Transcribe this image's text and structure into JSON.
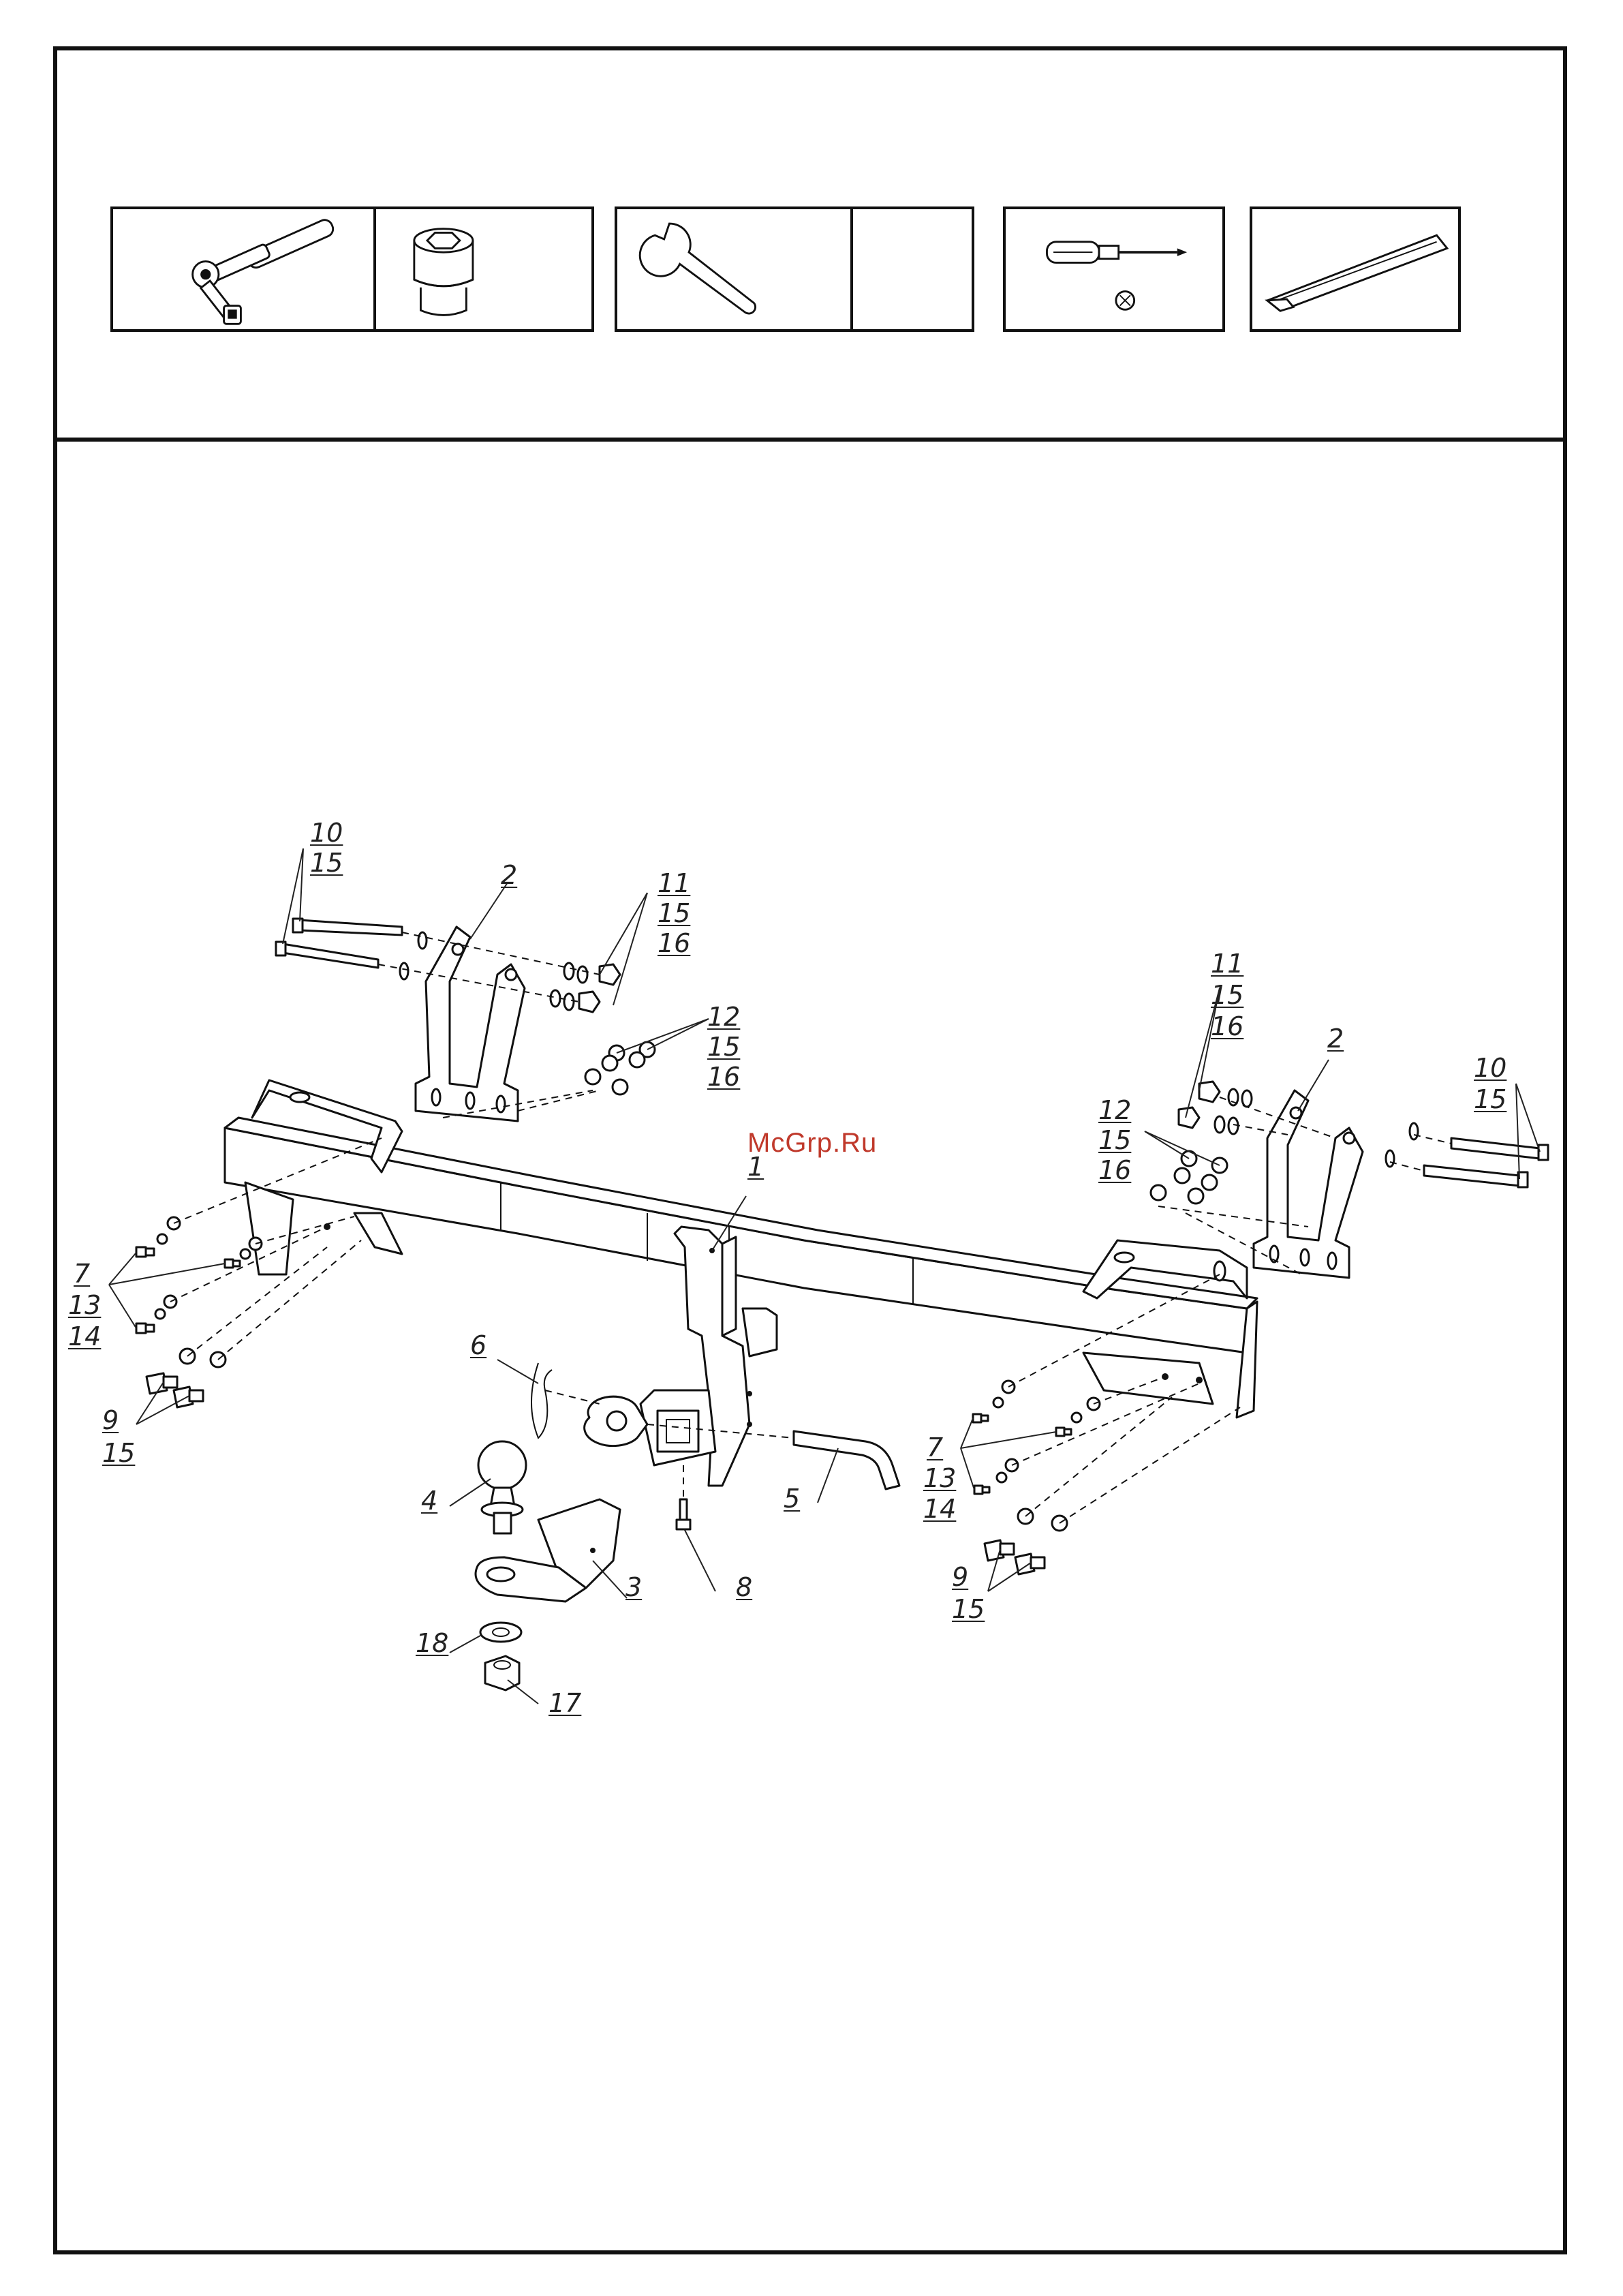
{
  "watermark": "McGrp.Ru",
  "tools": [
    {
      "name": "ratchet-with-extension"
    },
    {
      "name": "socket-head"
    },
    {
      "name": "open-end-wrench"
    },
    {
      "name": "screwdriver-phillips"
    },
    {
      "name": "pry-bar"
    }
  ],
  "callouts": {
    "c1": "1",
    "c2_left": "2",
    "c2_right": "2",
    "c3": "3",
    "c4": "4",
    "c5": "5",
    "c6": "6",
    "c8": "8",
    "c17": "17",
    "c18": "18",
    "left_top_bolts": [
      "10",
      "15"
    ],
    "left_top_nuts": [
      "11",
      "15",
      "16"
    ],
    "left_mid_nuts": [
      "12",
      "15",
      "16"
    ],
    "left_side_bolts_a": [
      "7",
      "13",
      "14"
    ],
    "left_side_bolts_b": [
      "9",
      "15"
    ],
    "right_top_nuts": [
      "11",
      "15",
      "16"
    ],
    "right_mid_nuts": [
      "12",
      "15",
      "16"
    ],
    "right_top_bolts": [
      "10",
      "15"
    ],
    "right_side_bolts_a": [
      "7",
      "13",
      "14"
    ],
    "right_side_bolts_b": [
      "9",
      "15"
    ]
  }
}
